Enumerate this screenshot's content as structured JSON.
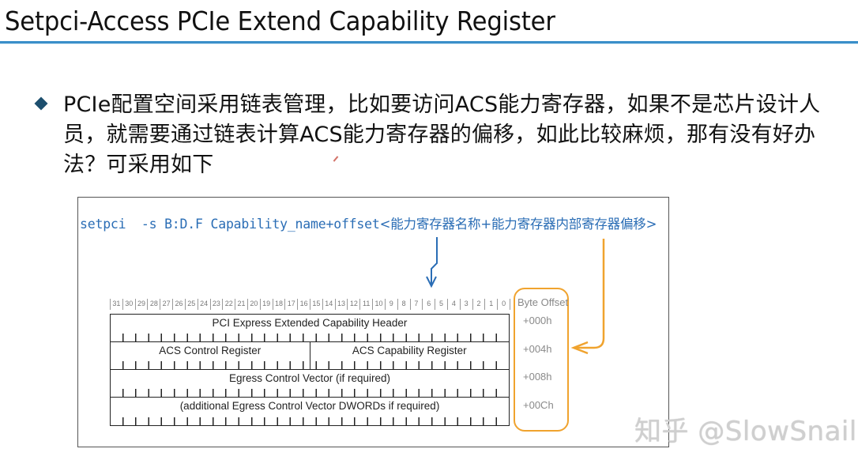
{
  "slide": {
    "title": "Setpci-Access PCIe Extend Capability Register",
    "accent_color": "#3a8fc9",
    "bullet": {
      "icon": "diamond-bullet-icon",
      "text": "PCIe配置空间采用链表管理，比如要访问ACS能力寄存器，如果不是芯片设计人员，就需要通过链表计算ACS能力寄存器的偏移，如此比较麻烦，那有没有好办法？可采用如下"
    }
  },
  "figure": {
    "command": {
      "prefix": "setpci  -s B:D.F Capability_name+offset",
      "annotation": "<能力寄存器名称+能力寄存器内部寄存器偏移>",
      "color": "#2a6db5"
    },
    "bit_ruler": [
      "31",
      "30",
      "29",
      "28",
      "27",
      "26",
      "25",
      "24",
      "23",
      "22",
      "21",
      "20",
      "19",
      "18",
      "17",
      "16",
      "15",
      "14",
      "13",
      "12",
      "11",
      "10",
      "9",
      "8",
      "7",
      "6",
      "5",
      "4",
      "3",
      "2",
      "1",
      "0"
    ],
    "byte_offset_header": "Byte Offset",
    "rows": [
      {
        "cells": [
          "PCI Express Extended Capability Header"
        ],
        "offset": "+000h"
      },
      {
        "cells": [
          "ACS Control Register",
          "ACS Capability Register"
        ],
        "offset": "+004h"
      },
      {
        "cells": [
          "Egress Control Vector (if required)"
        ],
        "offset": "+008h"
      },
      {
        "cells": [
          "(additional Egress Control Vector DWORDs if required)"
        ],
        "offset": "+00Ch"
      }
    ],
    "highlight_color": "#f0a32e",
    "arrow_blue_color": "#2a6db5"
  },
  "watermark": "知乎 @SlowSnail"
}
